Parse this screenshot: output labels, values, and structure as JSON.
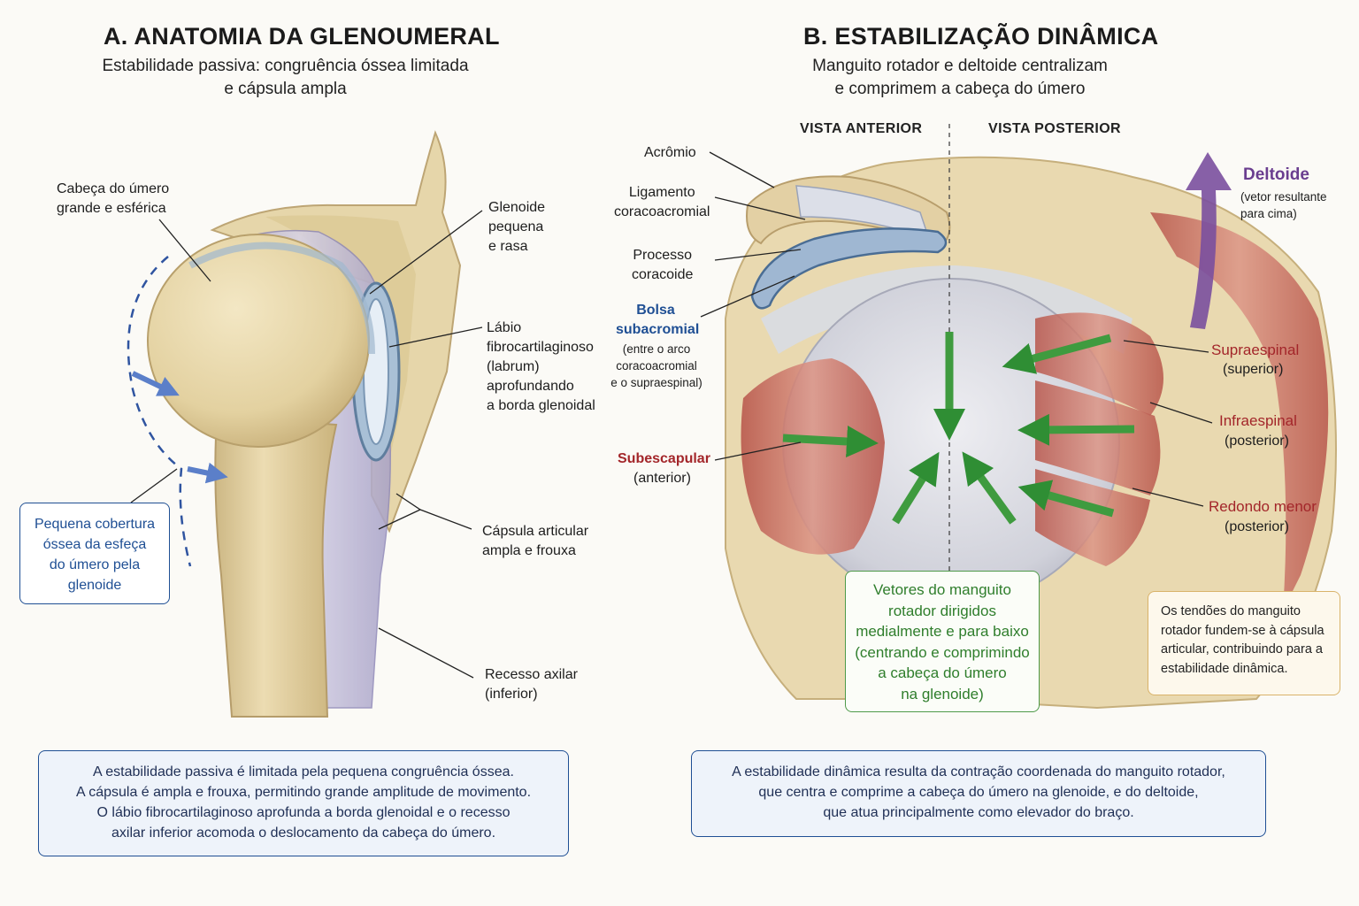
{
  "panel_a": {
    "title": "A. ANATOMIA DA GLENOUMERAL",
    "subtitle": [
      "Estabilidade passiva: congruência óssea limitada",
      "e cápsula ampla"
    ],
    "labels": {
      "humeral_head": [
        "Cabeça do úmero",
        "grande e esférica"
      ],
      "glenoid": [
        "Glenoide",
        "pequena",
        "e rasa"
      ],
      "labrum": [
        "Lábio",
        "fibrocartilaginoso",
        "(labrum)",
        "aprofundando",
        "a borda glenoidal"
      ],
      "capsule": [
        "Cápsula articular",
        "ampla e frouxa"
      ],
      "axillary_recess": [
        "Recesso axilar",
        "(inferior)"
      ]
    },
    "coverage_box": [
      "Pequena cobertura",
      "óssea da esfeça",
      "do úmero pela",
      "glenoide"
    ],
    "summary": [
      "A estabilidade passiva é limitada pela pequena congruência óssea.",
      "A cápsula é ampla e frouxa, permitindo grande amplitude de movimento.",
      "O lábio fibrocartilaginoso aprofunda a borda glenoidal e o recesso",
      "axilar inferior acomoda o deslocamento da cabeça do úmero."
    ]
  },
  "panel_b": {
    "title": "B. ESTABILIZAÇÃO DINÂMICA",
    "subtitle": [
      "Manguito rotador e deltoide centralizam",
      "e comprimem a cabeça do úmero"
    ],
    "view_anterior": "VISTA ANTERIOR",
    "view_posterior": "VISTA POSTERIOR",
    "labels": {
      "acromion": "Acrômio",
      "ligament": [
        "Ligamento",
        "coracoacromial"
      ],
      "coracoid": [
        "Processo",
        "coracoide"
      ],
      "bursa_title": [
        "Bolsa",
        "subacromial"
      ],
      "bursa_note": [
        "(entre o arco",
        "coracoacromial",
        "e o supraespinal)"
      ],
      "subscapularis": "Subescapular",
      "subscapularis_note": "(anterior)",
      "deltoid": "Deltoide",
      "deltoid_note": [
        "(vetor resultante",
        "para cima)"
      ],
      "supraspinatus": "Supraespinal",
      "supraspinatus_note": "(superior)",
      "infraspinatus": "Infraespinal",
      "infraspinatus_note": "(posterior)",
      "teres_minor": "Redondo menor",
      "teres_minor_note": "(posterior)"
    },
    "vectors_box": [
      "Vetores do manguito",
      "rotador dirigidos",
      "medialmente e para baixo",
      "(centrando e comprimindo",
      "a cabeça do úmero",
      "na glenoide)"
    ],
    "tendons_box": [
      "Os tendões do manguito",
      "rotador fundem-se à cápsula",
      "articular, contribuindo para a",
      "estabilidade dinâmica."
    ],
    "summary": [
      "A estabilidade dinâmica resulta da contração coordenada do manguito rotador,",
      "que centra e comprime a cabeça do úmero na glenoide, e do deltoide,",
      "que atua principalmente como elevador do braço."
    ]
  },
  "colors": {
    "bone": "#e8d9b0",
    "bone_shade": "#cdb985",
    "capsule": "#b9b3d2",
    "labrum": "#9fb6cc",
    "muscle": "#c96a5c",
    "vector_green": "#3f9b3f",
    "deltoid_purple": "#7a4f9e",
    "box_blue": "#1f4f94",
    "box_green": "#4f9a4a",
    "box_orange": "#d9b36a"
  }
}
